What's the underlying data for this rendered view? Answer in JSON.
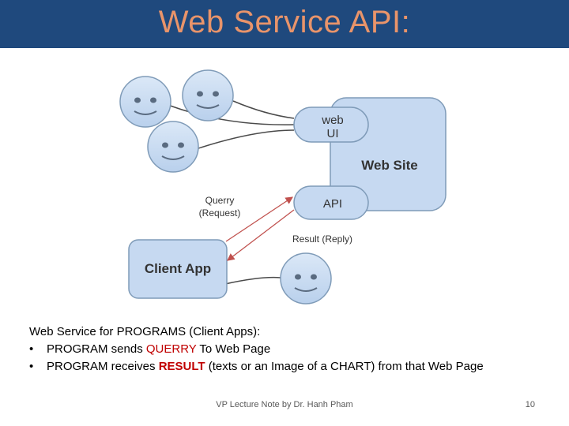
{
  "slide": {
    "title": "Web Service API:",
    "diagram": {
      "web_ui_line1": "web",
      "web_ui_line2": "UI",
      "web_site": "Web Site",
      "api": "API",
      "request_line1": "Querry",
      "request_line2": "(Request)",
      "reply": "Result (Reply)",
      "client_app": "Client App",
      "icons": [
        "smiley-face-icon",
        "smiley-face-icon",
        "smiley-face-icon",
        "smiley-face-icon"
      ]
    },
    "body": {
      "heading": "Web Service for PROGRAMS (Client Apps):",
      "bullet_symbol": "•",
      "bullet1_prefix": "PROGRAM sends ",
      "bullet1_highlight": "QUERRY",
      "bullet1_suffix": " To Web Page",
      "bullet2_prefix": "PROGRAM receives ",
      "bullet2_highlight": "RESULT",
      "bullet2_suffix": " (texts or an Image of a CHART) from that Web Page"
    },
    "footer": "VP Lecture Note by Dr. Hanh Pham",
    "page_number": "10"
  },
  "colors": {
    "title_bar": "#1f497d",
    "title_text": "#e9946a",
    "shape_fill": "#c6d9f1",
    "shape_stroke": "#7f9bb8",
    "arrow": "#c0504d",
    "highlight": "#c00000"
  }
}
